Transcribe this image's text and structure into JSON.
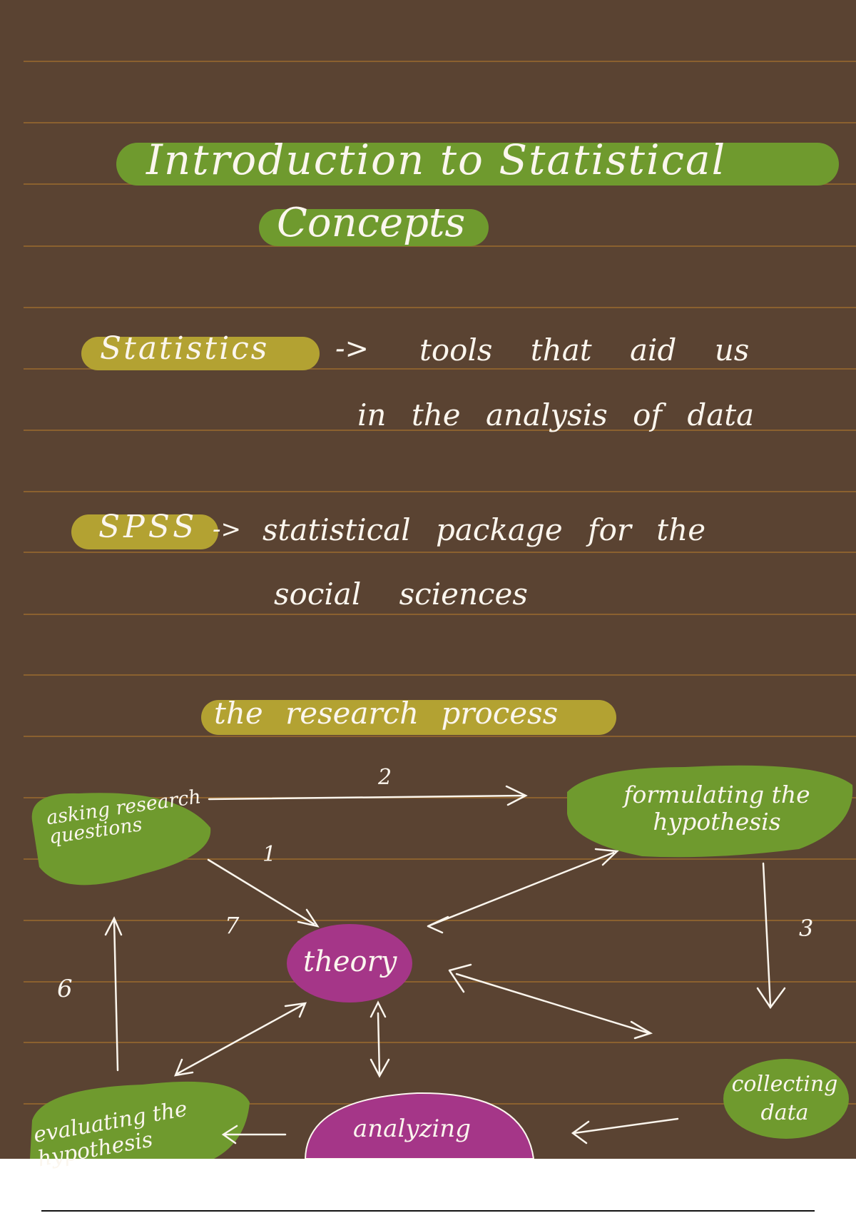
{
  "title": {
    "line1": "Introduction to Statistical",
    "line2": "Concepts"
  },
  "definitions": [
    {
      "term": "Statistics",
      "arrow": "->",
      "text_line1": "tools that aid us",
      "text_line2": "in the analysis of data"
    },
    {
      "term": "SPSS",
      "arrow": "->",
      "text_line1": "statistical package for the",
      "text_line2": "social sciences"
    }
  ],
  "diagram": {
    "heading": "the research process",
    "nodes": {
      "asking": "asking research questions",
      "formulating": "formulating the hypothesis",
      "theory": "theory",
      "collecting": "collecting data",
      "analyzing": "analyzing",
      "evaluating": "evaluating the hypothesis"
    },
    "step_labels": {
      "s1": "1",
      "s2": "2",
      "s3": "3",
      "s6": "6",
      "s7": "7"
    }
  },
  "colors": {
    "paper": "#5a4332",
    "rule": "#94662f",
    "green": "#6f9a2e",
    "olive": "#b3a232",
    "magenta": "#a53688",
    "ink": "#fbf6ee"
  }
}
